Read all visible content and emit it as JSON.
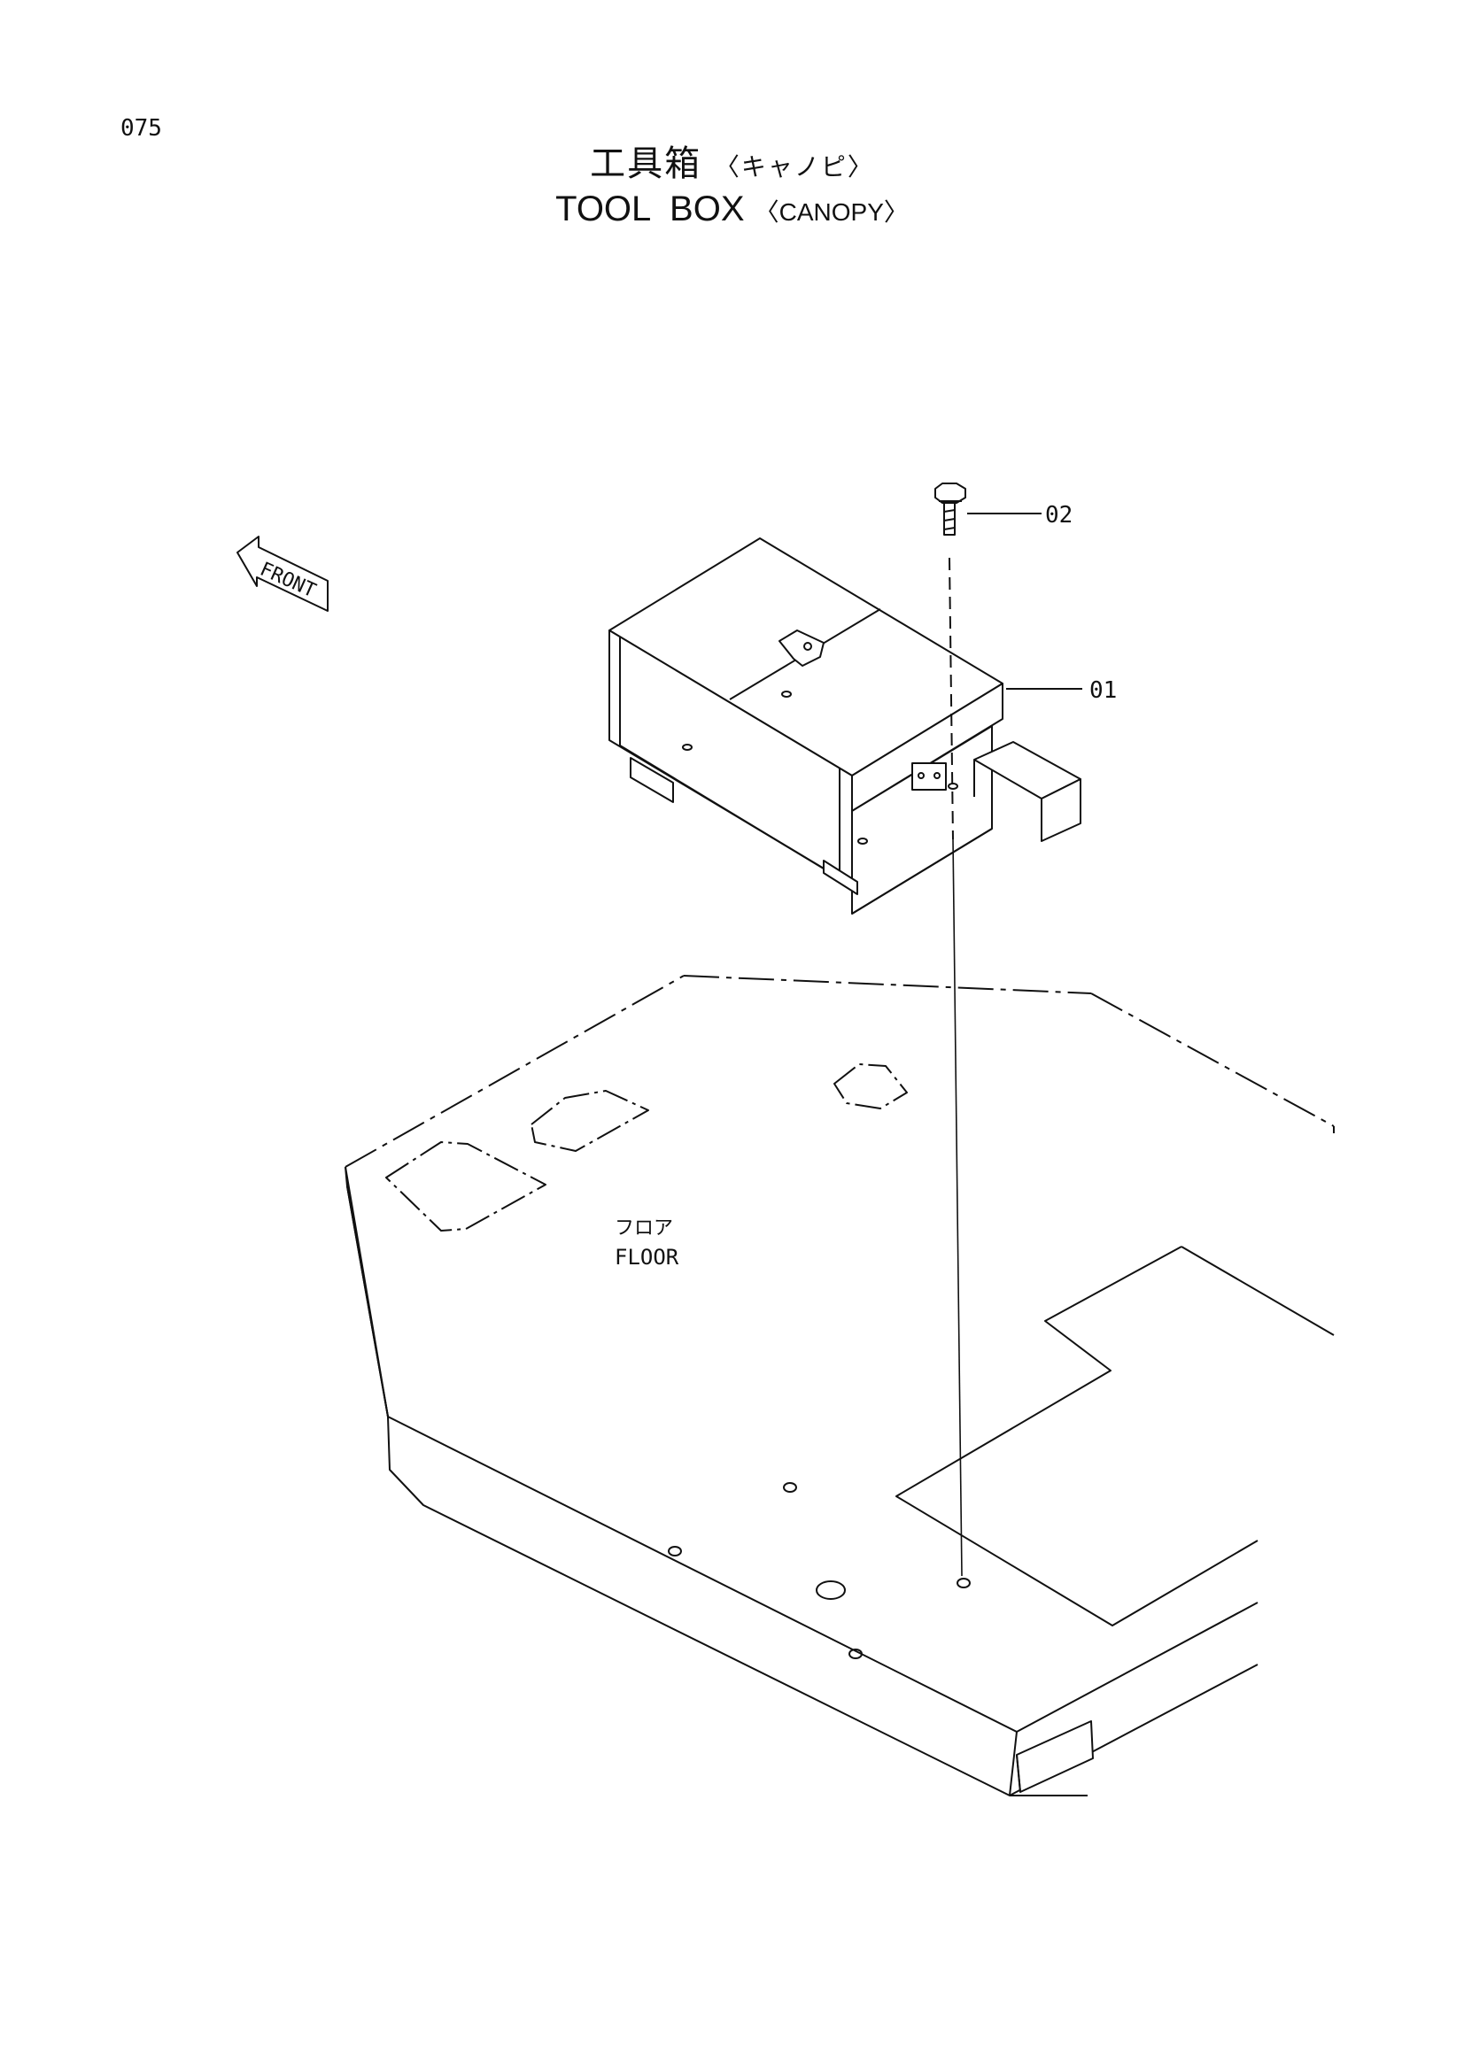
{
  "page": {
    "number": "075"
  },
  "title": {
    "japanese": "工具箱",
    "japanese_sub": "〈キャノピ〉",
    "english": "TOOL  BOX",
    "english_sub": "〈CANOPY〉"
  },
  "labels": {
    "front": "FRONT",
    "floor_jp": "フロア",
    "floor_en": "FLOOR"
  },
  "callouts": [
    {
      "id": "01"
    },
    {
      "id": "02"
    }
  ]
}
